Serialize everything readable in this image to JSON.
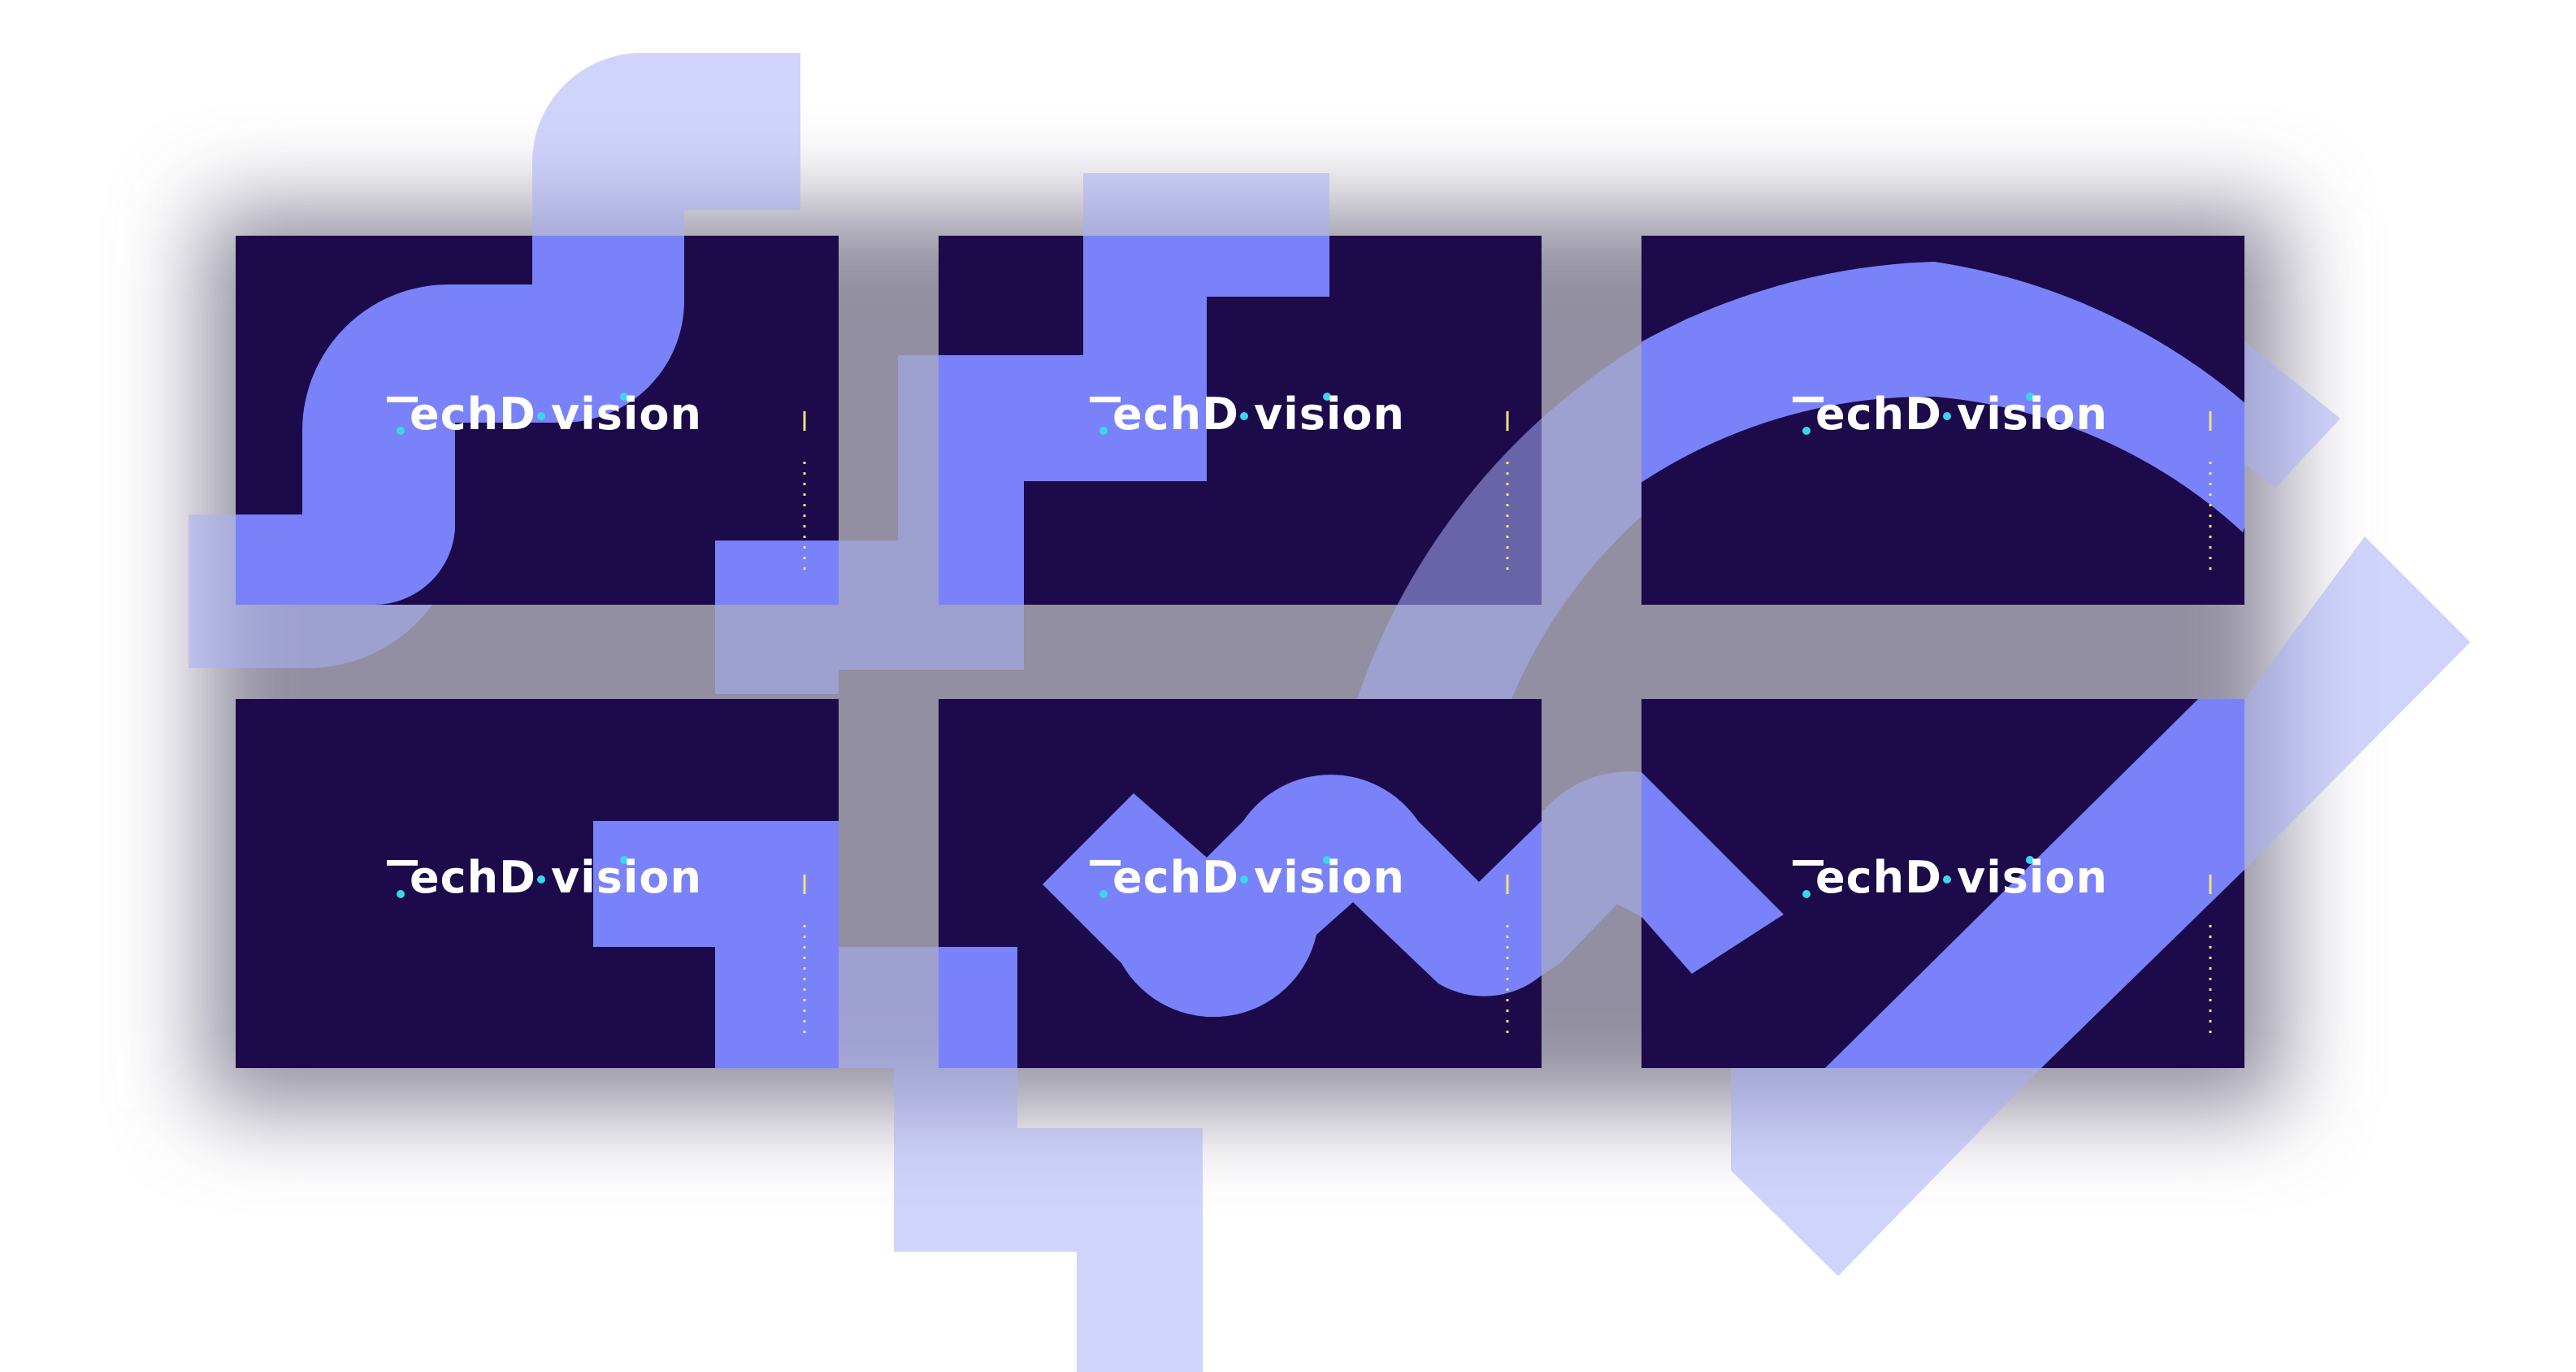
{
  "brand": {
    "title_before": "echD",
    "title_after": "vision",
    "colors": {
      "page_bg": "#ffffff",
      "card_bg": "#1c0a4a",
      "accent": "#7a82f9",
      "accent_light": "#b8bdf4",
      "dot": "#3ad7e8",
      "text": "#ffffff",
      "mark_line": "#f1e17c"
    }
  },
  "cards": [
    {
      "name": "card-1",
      "motif": "s-curve"
    },
    {
      "name": "card-2",
      "motif": "steps"
    },
    {
      "name": "card-3",
      "motif": "arc"
    },
    {
      "name": "card-4",
      "motif": "corner-block"
    },
    {
      "name": "card-5",
      "motif": "wave"
    },
    {
      "name": "card-6",
      "motif": "diagonal-band"
    }
  ]
}
